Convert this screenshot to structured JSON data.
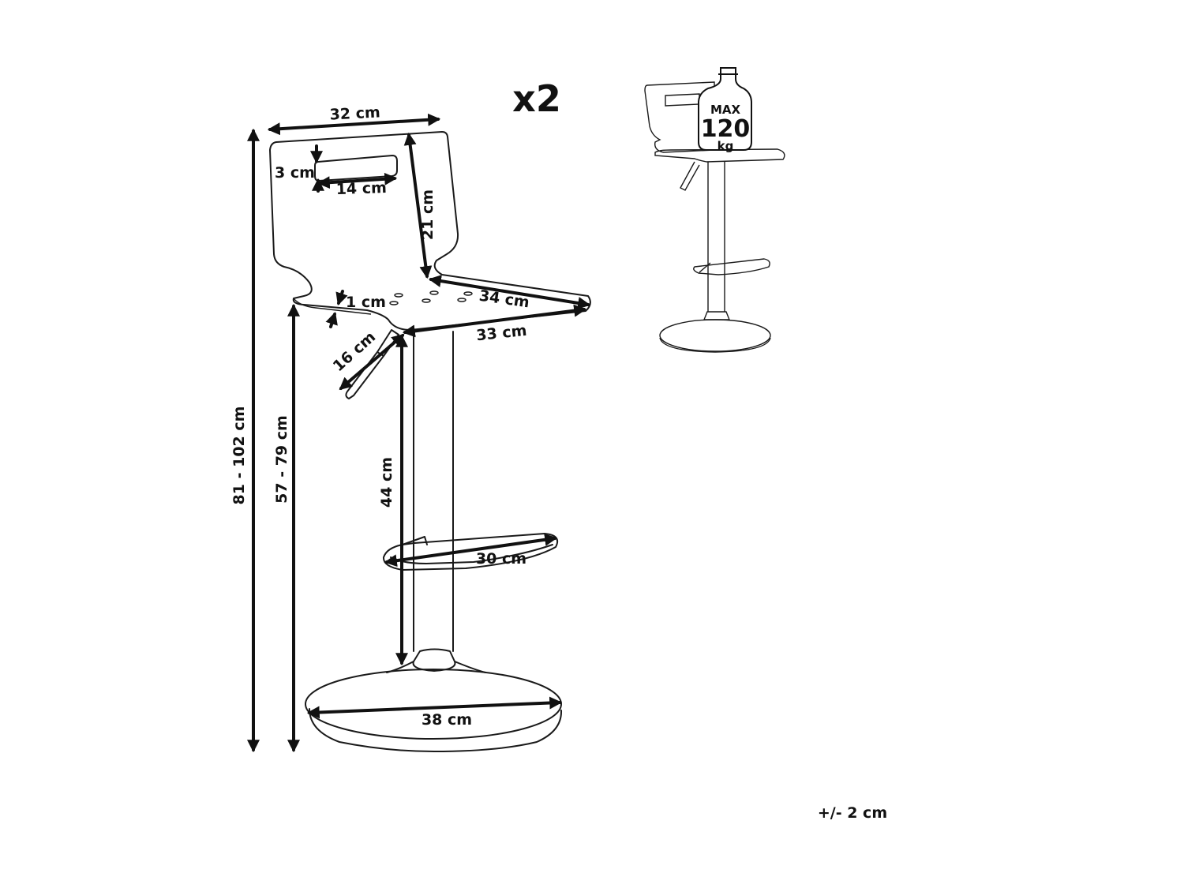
{
  "quantity": "x2",
  "tolerance": "+/- 2 cm",
  "weight": {
    "line1": "MAX",
    "line2": "120",
    "line3": "kg"
  },
  "dimensions": {
    "backrest_width": "32 cm",
    "handle_height": "3 cm",
    "handle_width": "14 cm",
    "backrest_height": "21 cm",
    "seat_thickness": "1 cm",
    "seat_depth": "34 cm",
    "seat_width": "33 cm",
    "lever_length": "16 cm",
    "total_height": "81 - 102 cm",
    "seat_height": "57 - 79 cm",
    "column_height": "44 cm",
    "footrest_width": "30 cm",
    "base_diameter": "38 cm"
  }
}
